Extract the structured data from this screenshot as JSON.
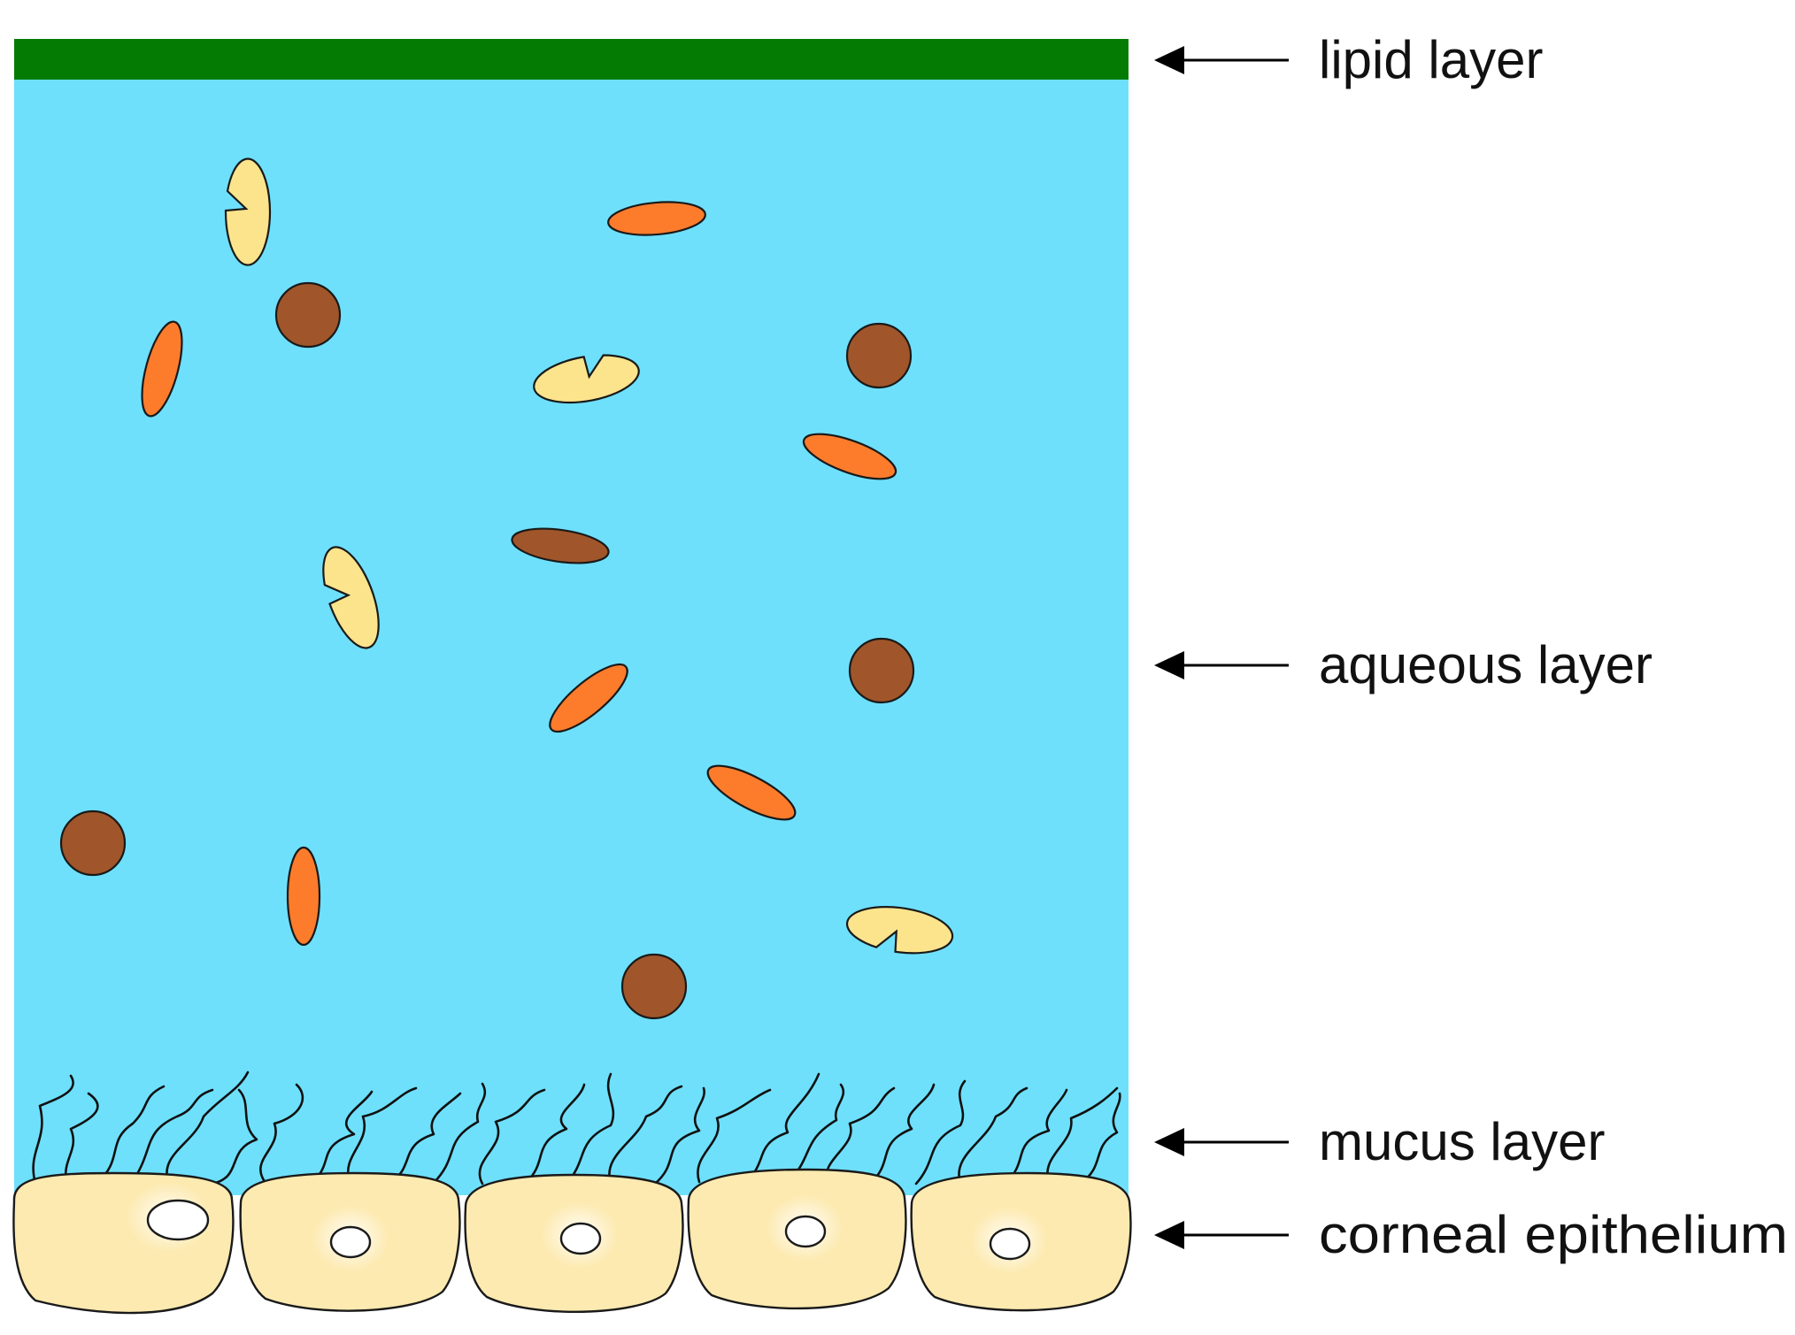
{
  "diagram": {
    "labels": {
      "lipid": "lipid layer",
      "aqueous": "aqueous layer",
      "mucus": "mucus layer",
      "epithelium": "corneal epithelium"
    },
    "colors": {
      "lipid_layer": "#047c04",
      "aqueous_layer": "#6ee0fc",
      "epithelial_cell": "#fdeab0",
      "nucleus": "#ffffff",
      "orange_particle": "#fc7c2c",
      "brown_particle": "#a0562a",
      "yellow_particle": "#fce48c",
      "outline": "#1a1a1a"
    },
    "icons": {
      "arrow": "left-arrow-icon",
      "brown_round": "brown-round-particle-icon",
      "orange_oval": "orange-oval-particle-icon",
      "yellow_notched": "yellow-notched-particle-icon",
      "mucin_fiber": "mucin-fiber-icon"
    }
  }
}
